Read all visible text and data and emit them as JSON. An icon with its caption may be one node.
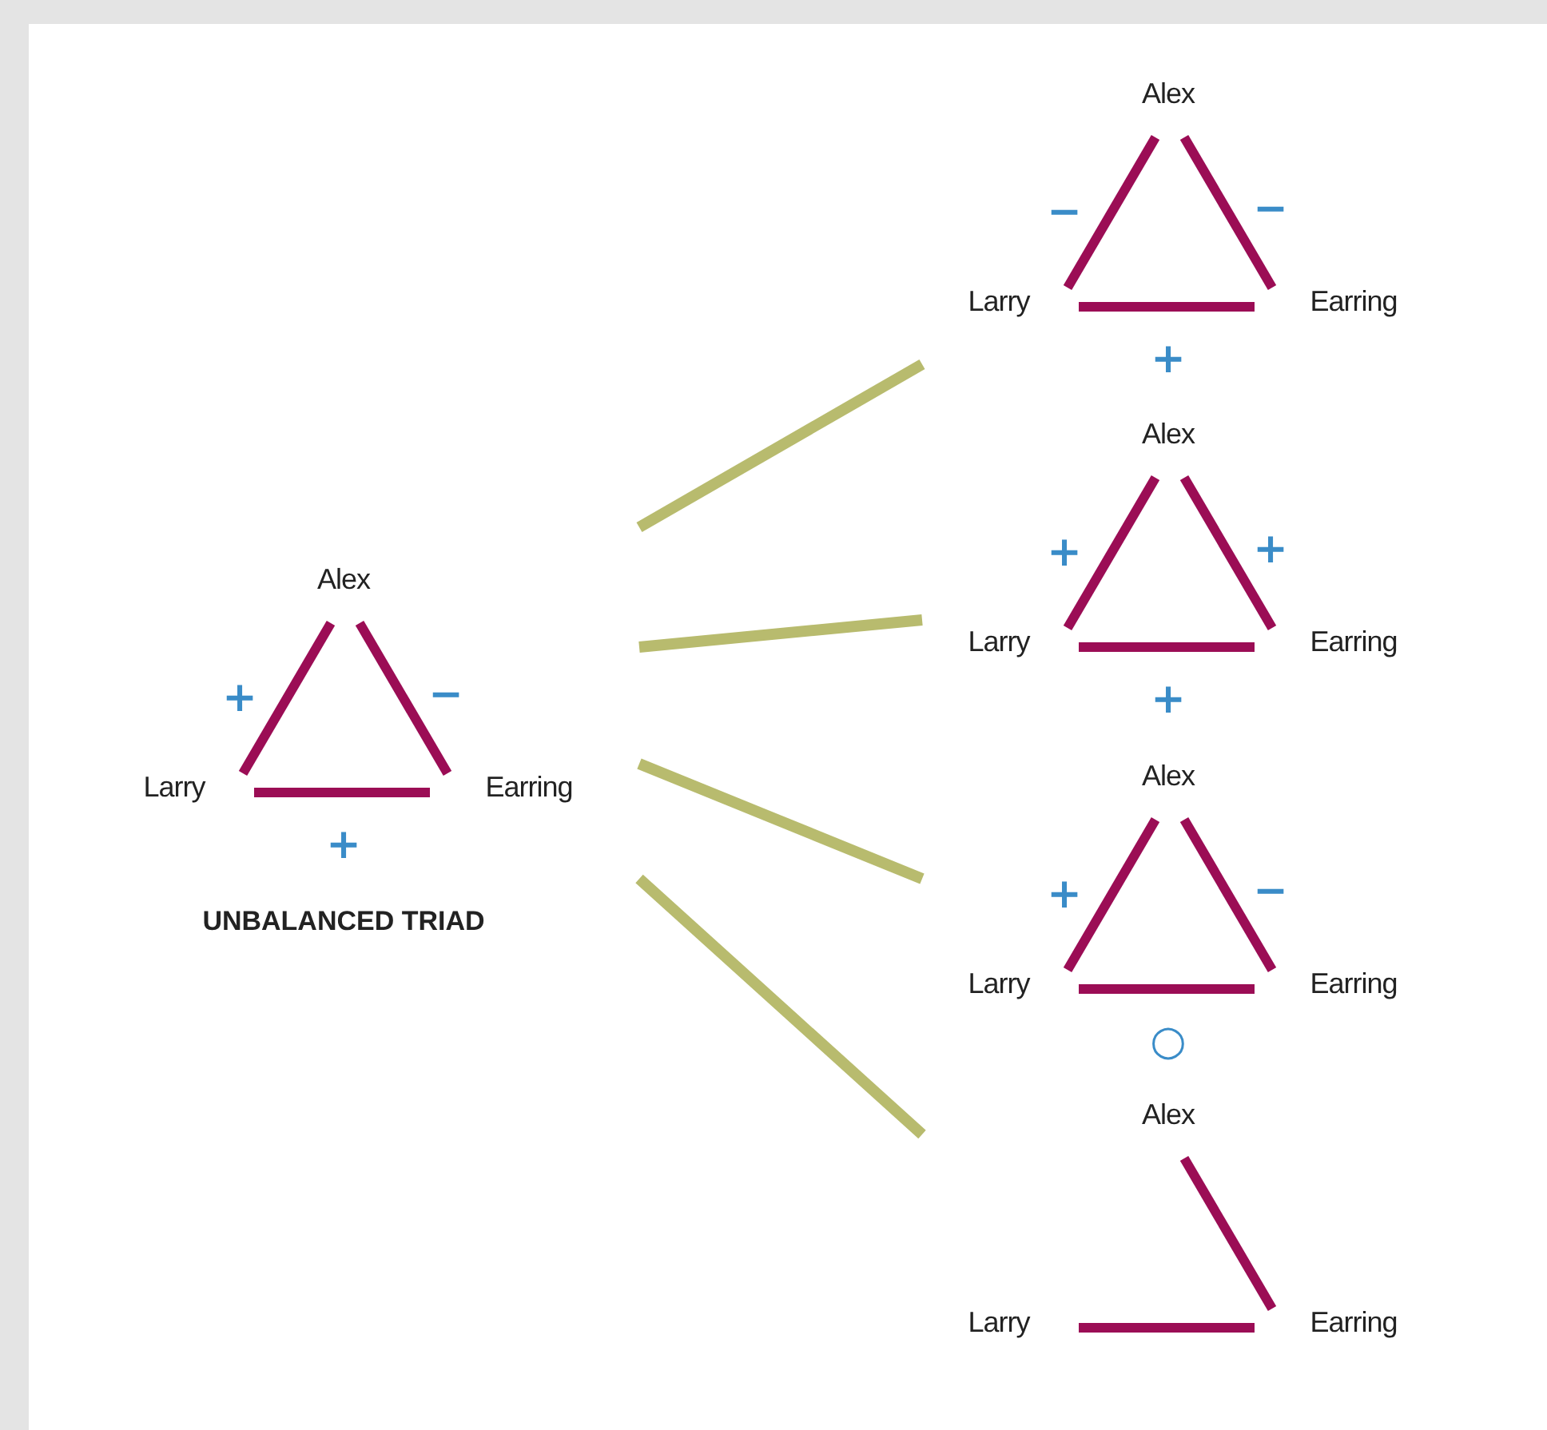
{
  "diagram": {
    "nodes": [
      {
        "text": [
          "Alex"
        ]
      },
      {
        "text": [
          "Larry"
        ]
      },
      {
        "text": [
          "Earring"
        ]
      },
      {
        "text": [
          "Alex"
        ]
      },
      {
        "text": [
          "Larry"
        ]
      },
      {
        "text": [
          "Earring"
        ]
      },
      {
        "text": [
          "Alex"
        ]
      },
      {
        "text": [
          "Larry"
        ]
      },
      {
        "text": [
          "Earring"
        ]
      },
      {
        "text": [
          "Alex"
        ]
      },
      {
        "text": [
          "Larry"
        ]
      },
      {
        "text": [
          "Earring"
        ]
      },
      {
        "text": [
          "Alex"
        ]
      },
      {
        "text": [
          "Larry"
        ]
      },
      {
        "text": [
          "Earring"
        ]
      }
    ],
    "edges": [
      {
        "from": 0,
        "to": 1,
        "arrow": "none",
        "label": "+"
      },
      {
        "from": 0,
        "to": 2,
        "arrow": "none",
        "label": "−"
      },
      {
        "from": 1,
        "to": 2,
        "arrow": "none",
        "label": "+"
      },
      {
        "from": 3,
        "to": 4,
        "arrow": "none",
        "label": "−"
      },
      {
        "from": 3,
        "to": 5,
        "arrow": "none",
        "label": "−"
      },
      {
        "from": 4,
        "to": 5,
        "arrow": "none",
        "label": "+"
      },
      {
        "from": 6,
        "to": 7,
        "arrow": "none",
        "label": "+"
      },
      {
        "from": 6,
        "to": 8,
        "arrow": "none",
        "label": "+"
      },
      {
        "from": 7,
        "to": 8,
        "arrow": "none",
        "label": "+"
      },
      {
        "from": 9,
        "to": 10,
        "arrow": "none",
        "label": "+"
      },
      {
        "from": 9,
        "to": 11,
        "arrow": "none",
        "label": "−"
      },
      {
        "from": 10,
        "to": 11,
        "arrow": "none",
        "label": "○"
      },
      {
        "from": 12,
        "to": 14,
        "arrow": "none"
      },
      {
        "from": 13,
        "to": 14,
        "arrow": "none"
      }
    ],
    "labels": [
      "UNBALANCED TRIAD"
    ]
  }
}
